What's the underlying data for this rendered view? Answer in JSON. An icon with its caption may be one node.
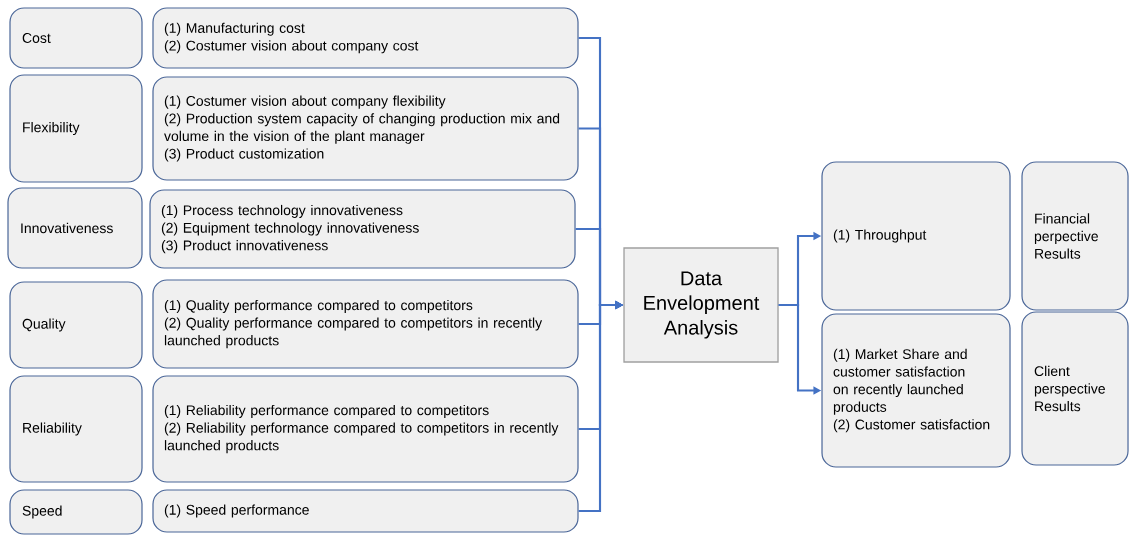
{
  "diagram": {
    "nodes": [
      {
        "text": [
          "Cost"
        ]
      },
      {
        "text": [
          "(1) Manufacturing cost",
          "(2) Costumer vision about company cost"
        ]
      },
      {
        "text": [
          "Flexibility"
        ]
      },
      {
        "text": [
          "(1) Costumer vision about company flexibility",
          "(2) Production system capacity of changing production mix and volume in the vision of the plant manager",
          "(3) Product customization"
        ]
      },
      {
        "text": [
          "Innovativeness"
        ]
      },
      {
        "text": [
          "(1) Process technology innovativeness",
          "(2) Equipment technology innovativeness",
          "(3) Product innovativeness"
        ]
      },
      {
        "text": [
          "Quality"
        ]
      },
      {
        "text": [
          "(1) Quality performance compared to competitors",
          "(2) Quality performance compared to competitors in recently launched products"
        ]
      },
      {
        "text": [
          "Reliability"
        ]
      },
      {
        "text": [
          "(1) Reliability performance compared to competitors",
          "(2) Reliability performance compared to competitors in recently launched products"
        ]
      },
      {
        "text": [
          "Speed"
        ]
      },
      {
        "text": [
          "(1) Speed performance"
        ]
      },
      {
        "text": [
          "Data Envelopment Analysis"
        ]
      },
      {
        "text": [
          "(1) Throughput"
        ]
      },
      {
        "text": [
          "Financial perpective Results"
        ]
      },
      {
        "text": [
          "(1) Market Share and customer satisfaction on recently launched products",
          "(2) Customer satisfaction"
        ]
      },
      {
        "text": [
          "Client perspective Results"
        ]
      }
    ],
    "edges": [
      {
        "from": 1,
        "to": 12,
        "arrow": "to"
      },
      {
        "from": 3,
        "to": 12,
        "arrow": "to"
      },
      {
        "from": 5,
        "to": 12,
        "arrow": "to"
      },
      {
        "from": 7,
        "to": 12,
        "arrow": "to"
      },
      {
        "from": 9,
        "to": 12,
        "arrow": "to"
      },
      {
        "from": 11,
        "to": 12,
        "arrow": "to"
      },
      {
        "from": 12,
        "to": 13,
        "arrow": "to"
      },
      {
        "from": 12,
        "to": 15,
        "arrow": "to"
      }
    ]
  }
}
